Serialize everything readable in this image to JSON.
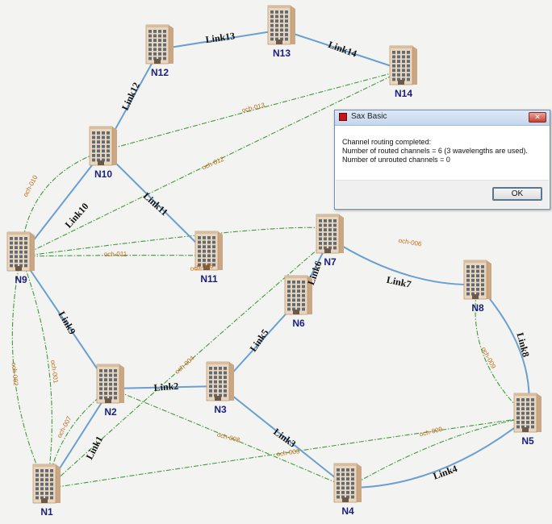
{
  "colors": {
    "link": "#6a9fd0",
    "channel": "#3f9a3a",
    "channel_label": "#c06a18",
    "node_label": "#1a1f7a",
    "background": "#f3f3f1"
  },
  "icons": {
    "node": "building-icon"
  },
  "nodes": [
    {
      "id": "N1",
      "label": "N1"
    },
    {
      "id": "N2",
      "label": "N2"
    },
    {
      "id": "N3",
      "label": "N3"
    },
    {
      "id": "N4",
      "label": "N4"
    },
    {
      "id": "N5",
      "label": "N5"
    },
    {
      "id": "N6",
      "label": "N6"
    },
    {
      "id": "N7",
      "label": "N7"
    },
    {
      "id": "N8",
      "label": "N8"
    },
    {
      "id": "N9",
      "label": "N9"
    },
    {
      "id": "N10",
      "label": "N10"
    },
    {
      "id": "N11",
      "label": "N11"
    },
    {
      "id": "N12",
      "label": "N12"
    },
    {
      "id": "N13",
      "label": "N13"
    },
    {
      "id": "N14",
      "label": "N14"
    }
  ],
  "links": [
    {
      "label": "Link1",
      "from": "N1",
      "to": "N2"
    },
    {
      "label": "Link2",
      "from": "N2",
      "to": "N3"
    },
    {
      "label": "Link3",
      "from": "N3",
      "to": "N4"
    },
    {
      "label": "Link4",
      "from": "N4",
      "to": "N5"
    },
    {
      "label": "Link5",
      "from": "N3",
      "to": "N6"
    },
    {
      "label": "Link6",
      "from": "N6",
      "to": "N7"
    },
    {
      "label": "Link7",
      "from": "N7",
      "to": "N8"
    },
    {
      "label": "Link8",
      "from": "N8",
      "to": "N5"
    },
    {
      "label": "Link9",
      "from": "N9",
      "to": "N2"
    },
    {
      "label": "Link10",
      "from": "N9",
      "to": "N10"
    },
    {
      "label": "Link11",
      "from": "N10",
      "to": "N11"
    },
    {
      "label": "Link12",
      "from": "N10",
      "to": "N12"
    },
    {
      "label": "Link13",
      "from": "N12",
      "to": "N13"
    },
    {
      "label": "Link14",
      "from": "N13",
      "to": "N14"
    }
  ],
  "channels": [
    {
      "label": "och-001",
      "from": "N1",
      "to": "N9"
    },
    {
      "label": "och-002",
      "from": "N1",
      "to": "N9"
    },
    {
      "label": "och-003",
      "from": "N1",
      "to": "N5"
    },
    {
      "label": "och-004",
      "from": "N1",
      "to": "N7"
    },
    {
      "label": "och-005",
      "from": "N9",
      "to": "N8"
    },
    {
      "label": "och-006",
      "from": "N9",
      "to": "N7"
    },
    {
      "label": "och-007",
      "from": "N1",
      "to": "N2"
    },
    {
      "label": "och-008",
      "from": "N2",
      "to": "N4"
    },
    {
      "label": "och-009",
      "from": "N8",
      "to": "N5"
    },
    {
      "label": "och-010",
      "from": "N9",
      "to": "N10"
    },
    {
      "label": "och-011",
      "from": "N9",
      "to": "N11"
    },
    {
      "label": "och-012",
      "from": "N9",
      "to": "N14"
    },
    {
      "label": "och-013",
      "from": "N10",
      "to": "N14"
    },
    {
      "label": "och-009",
      "from": "N4",
      "to": "N5"
    }
  ],
  "dialog": {
    "title": "Sax Basic",
    "close_label": "✕",
    "message_lines": [
      "Channel routing completed:",
      "Number of routed channels = 6 (3 wavelengths are used).",
      "Number of unrouted channels = 0"
    ],
    "ok_label": "OK"
  }
}
